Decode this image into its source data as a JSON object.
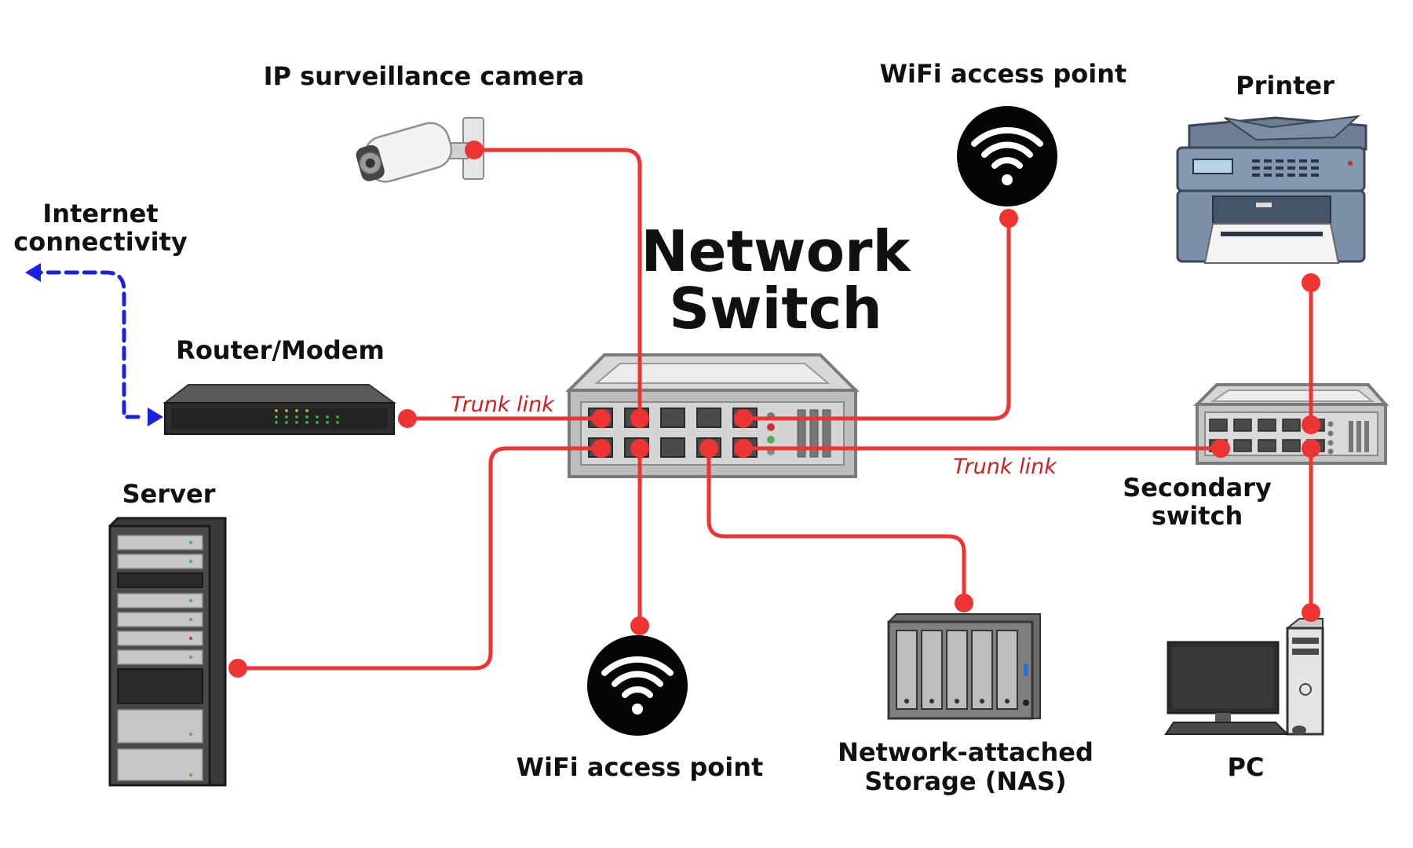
{
  "colors": {
    "wire": "#ee3333",
    "internet": "#1a22dd",
    "trunk_text": "#cc1f1f",
    "text": "#111111"
  },
  "labels": {
    "title_line1": "Network",
    "title_line2": "Switch",
    "camera": "IP surveillance camera",
    "wifi_top": "WiFi access point",
    "printer": "Printer",
    "internet_line1": "Internet",
    "internet_line2": "connectivity",
    "router": "Router/Modem",
    "trunk_left": "Trunk link",
    "trunk_right": "Trunk link",
    "server": "Server",
    "secondary_line1": "Secondary",
    "secondary_line2": "switch",
    "wifi_bottom": "WiFi access point",
    "nas_line1": "Network-attached",
    "nas_line2": "Storage (NAS)",
    "pc": "PC"
  },
  "icons": {
    "camera": "cctv-camera-icon",
    "wifi_top": "wifi-icon",
    "wifi_bottom": "wifi-icon",
    "printer": "printer-icon",
    "router": "router-icon",
    "main_switch": "network-switch-icon",
    "secondary_switch": "network-switch-icon",
    "server": "server-rack-icon",
    "nas": "nas-storage-icon",
    "pc": "desktop-pc-icon"
  }
}
